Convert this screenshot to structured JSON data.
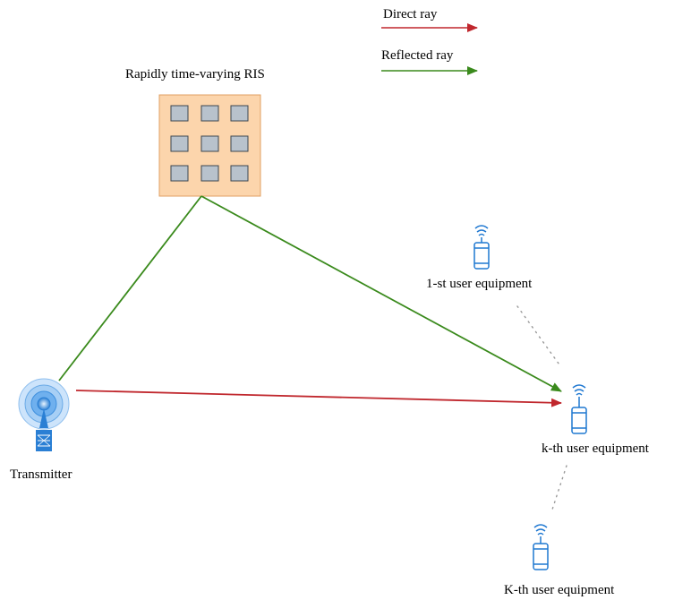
{
  "legend": {
    "direct": {
      "label": "Direct ray",
      "color": "#c0272d"
    },
    "reflected": {
      "label": "Reflected ray",
      "color": "#3a8a1c"
    }
  },
  "ris": {
    "label": "Rapidly time-varying  RIS",
    "fill": "#fcd5ac",
    "border": "#e0a063",
    "element_fill": "#b8c2cc",
    "element_border": "#3c4650",
    "grid": [
      3,
      3
    ]
  },
  "transmitter": {
    "label": "Transmitter",
    "icon": "antenna-tower-icon",
    "color": "#2a7fd4"
  },
  "user_equipment": {
    "color": "#1f78d1",
    "icon": "smartphone-wifi-icon",
    "items": [
      {
        "label": "1-st user equipment"
      },
      {
        "label": "k-th user equipment"
      },
      {
        "label": "K-th user equipment"
      }
    ]
  },
  "separator_color": "#999999"
}
